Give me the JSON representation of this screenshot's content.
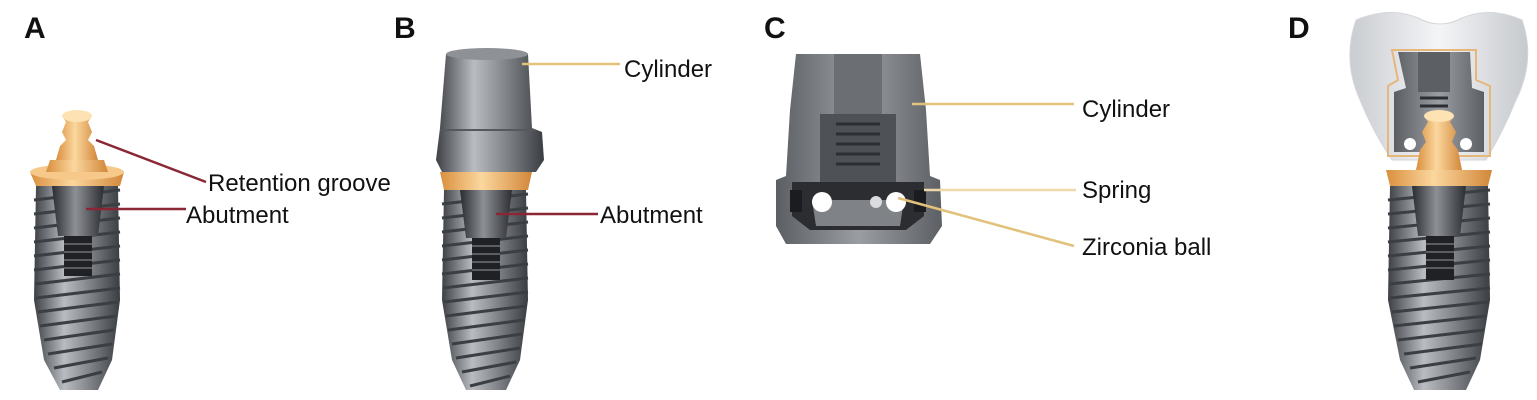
{
  "panels": {
    "a": {
      "letter": "A",
      "labels": {
        "retention_groove": "Retention groove",
        "abutment": "Abutment"
      }
    },
    "b": {
      "letter": "B",
      "labels": {
        "cylinder": "Cylinder",
        "abutment": "Abutment"
      }
    },
    "c": {
      "letter": "C",
      "labels": {
        "cylinder": "Cylinder",
        "spring": "Spring",
        "zirconia_ball": "Zirconia ball"
      }
    },
    "d": {
      "letter": "D"
    }
  },
  "colors": {
    "gold": "#f2b46a",
    "gold_light": "#f8d59c",
    "metal_dark": "#4a4d52",
    "metal_mid": "#8a8e94",
    "metal_light": "#c9ccd0",
    "leader_red": "#8b2635",
    "leader_gold": "#e2c27a",
    "crown": "#e9ebee"
  }
}
